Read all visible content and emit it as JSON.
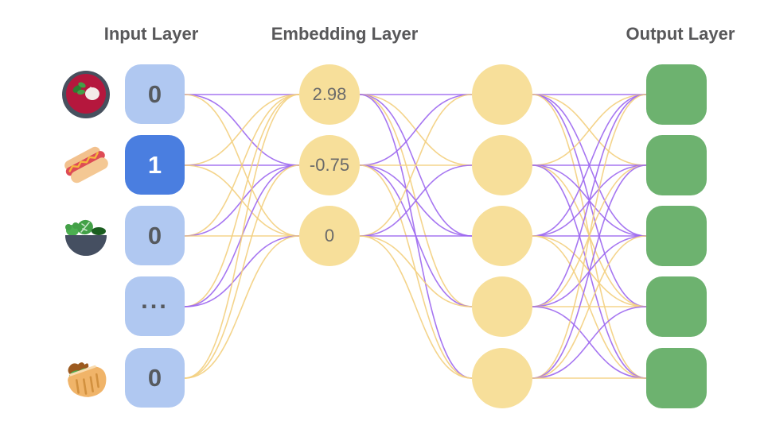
{
  "titles": {
    "input": "Input Layer",
    "embedding": "Embedding Layer",
    "output": "Output Layer"
  },
  "input_layer": {
    "nodes": [
      {
        "icon": "borscht-icon",
        "value": "0",
        "active": false
      },
      {
        "icon": "hot-dog-icon",
        "value": "1",
        "active": true
      },
      {
        "icon": "green-salad-icon",
        "value": "0",
        "active": false
      },
      {
        "icon": null,
        "value": "...",
        "active": false
      },
      {
        "icon": "stuffed-flatbread-icon",
        "value": "0",
        "active": false
      }
    ]
  },
  "embedding_layer": {
    "values": [
      "2.98",
      "-0.75",
      "0"
    ]
  },
  "hidden_layer": {
    "node_count": 5
  },
  "output_layer": {
    "node_count": 5
  },
  "colors": {
    "input_node": "#b0c8f1",
    "input_node_active": "#4a7ee0",
    "embedding_node": "#f7df9a",
    "output_node": "#6db26f",
    "title_text": "#58585a"
  },
  "edges": {
    "purple_color": "#9c67ef",
    "yellow_color": "#f3cf7e",
    "input_to_embedding": [
      "P",
      "P",
      "Y",
      "Y",
      "P",
      "Y",
      "Y",
      "P",
      "Y",
      "Y",
      "P",
      "P",
      "Y",
      "Y",
      "Y"
    ],
    "embedding_to_hidden": [
      "P",
      "Y",
      "P",
      "Y",
      "P",
      "P",
      "Y",
      "P",
      "P",
      "Y",
      "Y",
      "P",
      "P",
      "Y",
      "Y"
    ],
    "hidden_to_output": [
      "P",
      "Y",
      "P",
      "P",
      "Y",
      "Y",
      "P",
      "P",
      "Y",
      "P",
      "P",
      "P",
      "P",
      "Y",
      "Y",
      "P",
      "Y",
      "P",
      "Y",
      "P",
      "Y",
      "P",
      "Y",
      "P",
      "Y"
    ]
  }
}
